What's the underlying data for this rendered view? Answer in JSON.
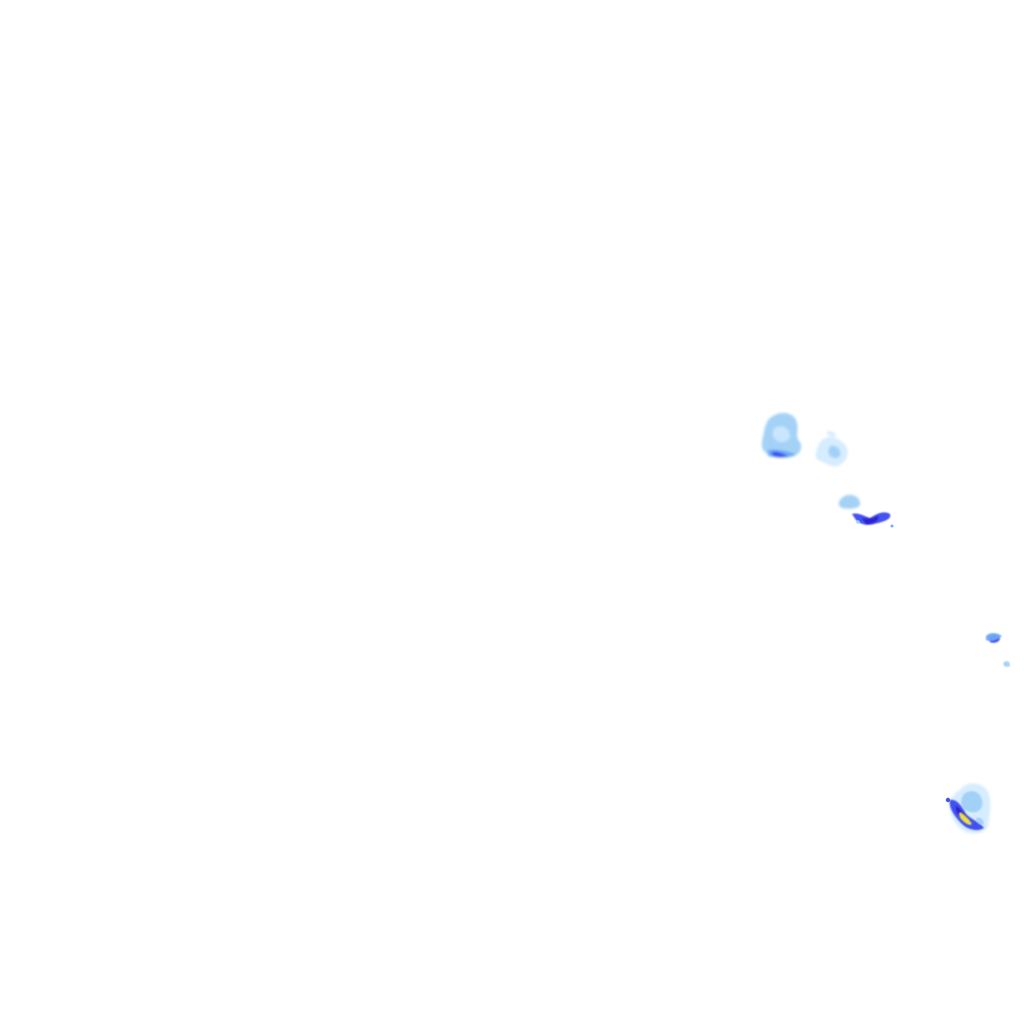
{
  "overlay": {
    "type": "precipitation-radar",
    "background": "transparent",
    "palette": {
      "very_light": "#cfe9ff",
      "light": "#9fd0f7",
      "medium": "#6aa8f5",
      "heavy": "#3848f0",
      "very_heavy": "#2a1fd0",
      "extreme": "#f5e83a"
    },
    "cells": [
      {
        "name": "cell-a",
        "intensity": "light"
      },
      {
        "name": "cell-b",
        "intensity": "very_light"
      },
      {
        "name": "cell-c",
        "intensity": "heavy"
      },
      {
        "name": "cell-d",
        "intensity": "medium"
      },
      {
        "name": "cell-e",
        "intensity": "extreme"
      }
    ]
  }
}
